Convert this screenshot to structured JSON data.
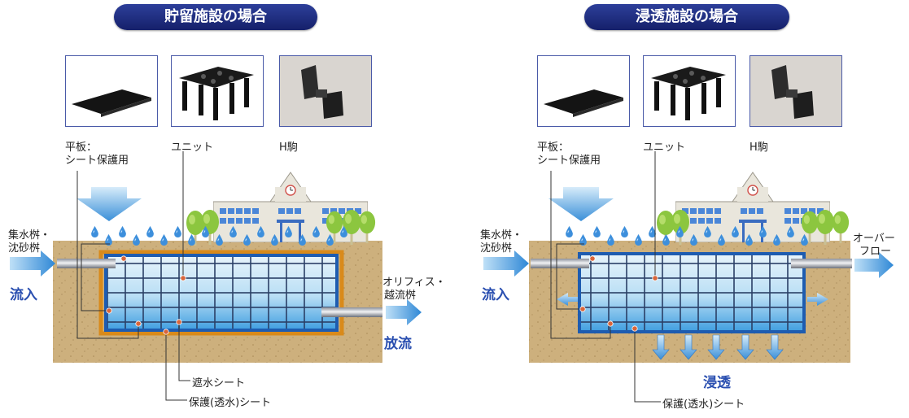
{
  "left": {
    "title": "貯留施設の場合",
    "parts": {
      "plate_line1": "平板：",
      "plate_line2": "シート保護用",
      "unit": "ユニット",
      "h_piece": "H駒"
    },
    "inflow_line1": "集水桝・",
    "inflow_line2": "沈砂桝",
    "inflow_label": "流入",
    "outlet_line1": "オリフィス・",
    "outlet_line2": "越流桝",
    "discharge_label": "放流",
    "sheet_waterproof": "遮水シート",
    "sheet_protect": "保護(透水)シート"
  },
  "right": {
    "title": "浸透施設の場合",
    "parts": {
      "plate_line1": "平板：",
      "plate_line2": "シート保護用",
      "unit": "ユニット",
      "h_piece": "H駒"
    },
    "inflow_line1": "集水桝・",
    "inflow_line2": "沈砂桝",
    "inflow_label": "流入",
    "overflow_line1": "オーバー",
    "overflow_line2": "フロー",
    "infiltration_label": "浸透",
    "sheet_protect": "保護(透水)シート"
  },
  "colors": {
    "soil": "#c9a873",
    "frame": "#1e5cb0",
    "orange_frame": "#d98a1a",
    "water": "#5ab0e8",
    "title_bg": "#1d2a80",
    "accent_text": "#2a4fb0"
  }
}
